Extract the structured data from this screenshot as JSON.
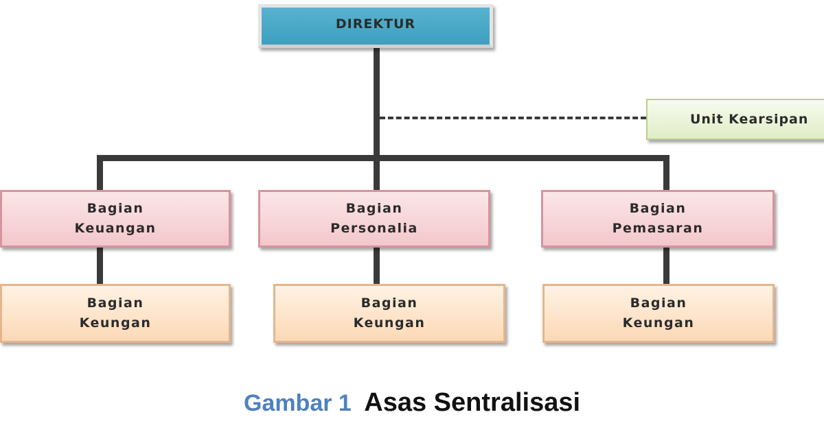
{
  "diagram": {
    "director": {
      "label": "DIREKTUR"
    },
    "unit": {
      "label": "Unit Kearsipan"
    },
    "departments": [
      {
        "line1": "Bagian",
        "line2": "Keuangan"
      },
      {
        "line1": "Bagian",
        "line2": "Personalia"
      },
      {
        "line1": "Bagian",
        "line2": "Pemasaran"
      }
    ],
    "subunits": [
      {
        "line1": "Bagian",
        "line2": "Keungan"
      },
      {
        "line1": "Bagian",
        "line2": "Keungan"
      },
      {
        "line1": "Bagian",
        "line2": "Keungan"
      }
    ]
  },
  "caption": {
    "number": "Gambar 1",
    "title": "Asas Sentralisasi"
  },
  "colors": {
    "director_fill": "#4aa8c6",
    "unit_fill": "#e6f0d2",
    "department_fill": "#f5ccd1",
    "subunit_fill": "#fddcbc",
    "connector": "#3a3a3a",
    "caption_number": "#4f81bd"
  }
}
